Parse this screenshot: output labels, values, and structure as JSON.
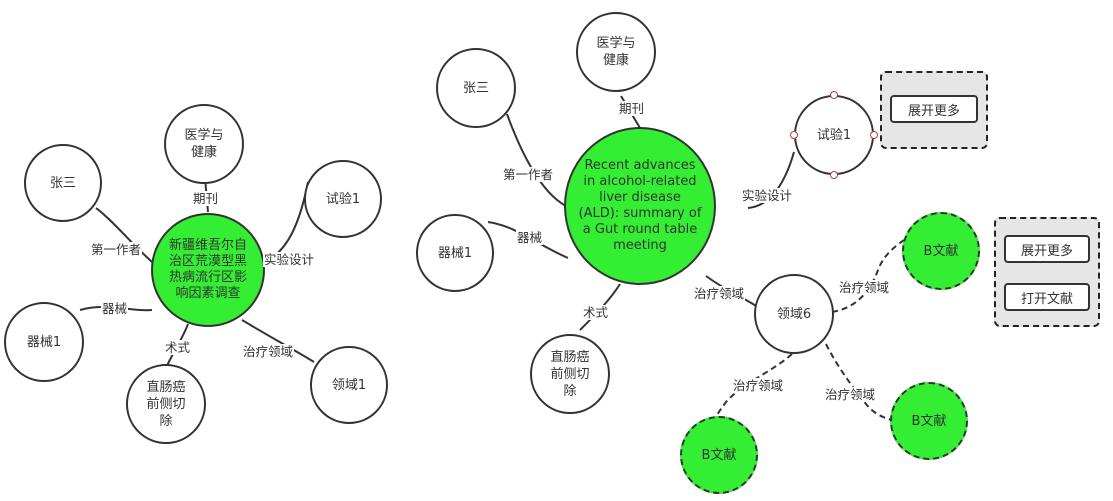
{
  "left_map": {
    "center": "新疆维吾尔自治区荒漠型黑热病流行区影响因素调查",
    "nodes": {
      "author": "张三",
      "journal": "医学与健康",
      "experiment": "试验1",
      "device": "器械1",
      "surgery": "直肠癌前侧切除",
      "field": "领域1"
    },
    "edges": {
      "author": "第一作者",
      "journal": "期刊",
      "experiment": "实验设计",
      "device": "器械",
      "surgery": "术式",
      "field": "治疗领域"
    }
  },
  "right_map": {
    "center": "Recent advances in alcohol-related liver disease (ALD): summary of a Gut round table meeting",
    "nodes": {
      "author": "张三",
      "journal": "医学与健康",
      "experiment": "试验1",
      "device": "器械1",
      "surgery": "直肠癌前侧切除",
      "field": "领域6",
      "ref_top": "B文献",
      "ref_right": "B文献",
      "ref_bottom": "B文献"
    },
    "edges": {
      "author": "第一作者",
      "journal": "期刊",
      "experiment": "实验设计",
      "device": "器械",
      "surgery": "术式",
      "field": "治疗领域",
      "ref_top": "治疗领域",
      "ref_right": "治疗领域",
      "ref_bottom": "治疗领域"
    },
    "experiment_panel": {
      "expand_label": "展开更多"
    },
    "field_panel": {
      "expand_label": "展开更多",
      "open_label": "打开文献"
    }
  },
  "colors": {
    "node_fill": "#ffffff",
    "center_fill": "#33ee33",
    "stroke": "#333333",
    "panel_fill": "#e6e6e6"
  }
}
